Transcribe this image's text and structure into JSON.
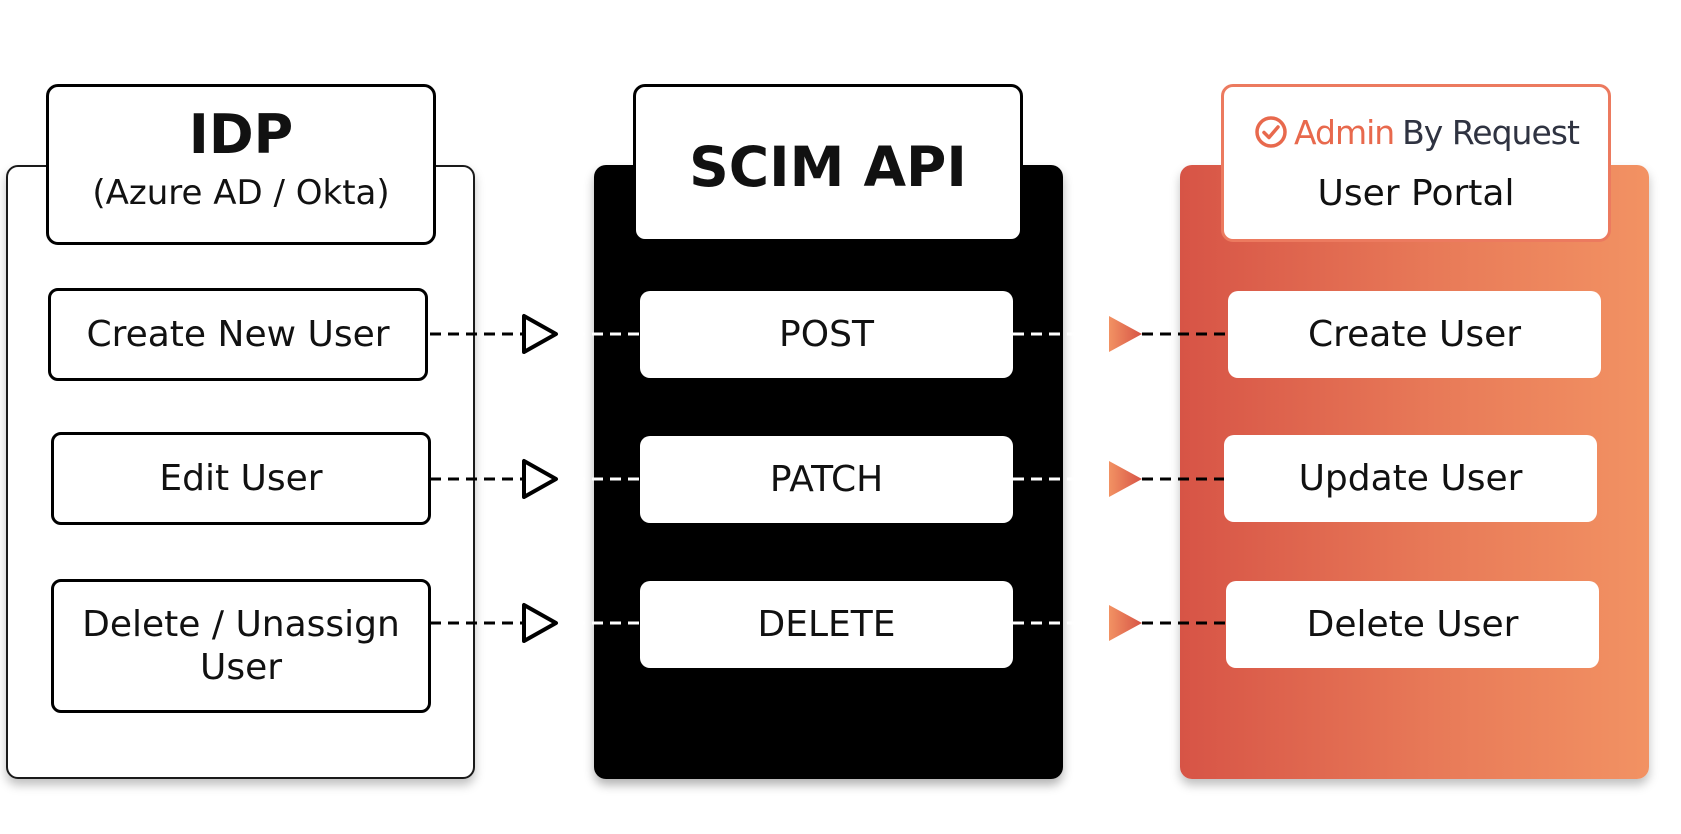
{
  "idp": {
    "title": "IDP",
    "subtitle": "(Azure AD / Okta)",
    "actions": [
      "Create New User",
      "Edit User",
      "Delete / Unassign User"
    ]
  },
  "scim": {
    "title": "SCIM API",
    "methods": [
      "POST",
      "PATCH",
      "DELETE"
    ]
  },
  "portal": {
    "brand_primary": "Admin",
    "brand_secondary": "By Request",
    "subtitle": "User Portal",
    "actions": [
      "Create User",
      "Update User",
      "Delete User"
    ],
    "logo_icon": "check-circle-icon"
  },
  "colors": {
    "accent": "#e8694d",
    "gradient_start": "#d75446",
    "gradient_end": "#f29263",
    "brand_dark": "#2f3341"
  }
}
